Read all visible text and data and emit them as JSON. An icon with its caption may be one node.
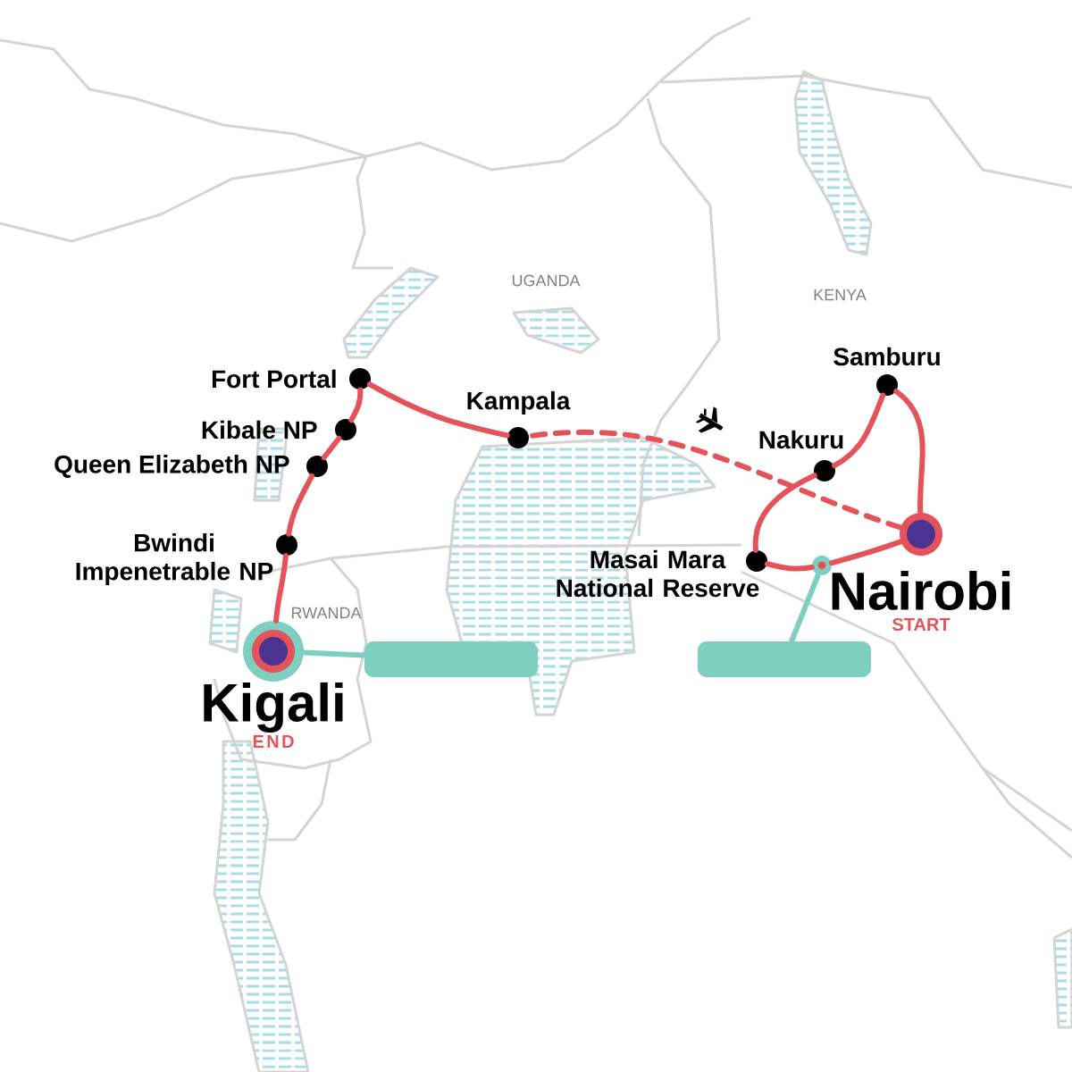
{
  "diagram": {
    "nodes": [
      {
        "text": [
          "Fort Portal"
        ]
      },
      {
        "text": [
          "Kibale NP"
        ]
      },
      {
        "text": [
          "Queen Elizabeth NP"
        ]
      },
      {
        "text": [
          "Bwindi Impenetrable NP"
        ]
      },
      {
        "text": [
          "Kigali"
        ],
        "beside": [
          "END"
        ]
      },
      {
        "text": [
          "Kampala"
        ]
      },
      {
        "text": [
          "Samburu"
        ]
      },
      {
        "text": [
          "Nakuru"
        ]
      },
      {
        "text": [
          "Masai Mara National Reserve"
        ]
      },
      {
        "text": [
          "Nairobi"
        ]
      },
      {
        "text": [],
        "shape": "circle"
      },
      {
        "text": [],
        "shape": "box"
      },
      {
        "text": [],
        "shape": "box"
      }
    ],
    "edges": [
      {
        "from": 9,
        "to": 6,
        "arrow": "none"
      },
      {
        "from": 6,
        "to": 7,
        "arrow": "none"
      },
      {
        "from": 7,
        "to": 8,
        "arrow": "none"
      },
      {
        "from": 8,
        "to": 10,
        "arrow": "none"
      },
      {
        "from": 10,
        "to": 9,
        "arrow": "none"
      },
      {
        "from": 9,
        "to": 5,
        "arrow": "none",
        "style": "dashed"
      },
      {
        "from": 5,
        "to": 0,
        "arrow": "none"
      },
      {
        "from": 0,
        "to": 1,
        "arrow": "none"
      },
      {
        "from": 1,
        "to": 2,
        "arrow": "none"
      },
      {
        "from": 2,
        "to": 3,
        "arrow": "none"
      },
      {
        "from": 3,
        "to": 4,
        "arrow": "none"
      },
      {
        "from": 11,
        "to": 4,
        "arrow": "none",
        "color": "#7fcfc0"
      },
      {
        "from": 12,
        "to": 10,
        "arrow": "none",
        "color": "#7fcfc0"
      }
    ],
    "labels": [
      "UGANDA",
      "KENYA",
      "RWANDA",
      "START"
    ]
  }
}
